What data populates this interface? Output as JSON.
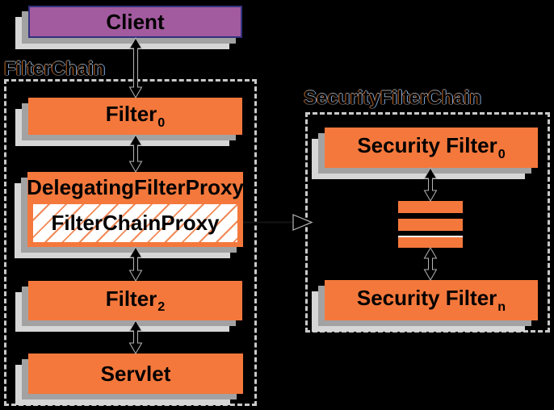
{
  "colors": {
    "background": "#000000",
    "orange": "#f4783c",
    "hatch_orange": "#ef8a57",
    "purple": "#a35b9f",
    "purple_border": "#32327d",
    "shadow_dark": "#a2a2a2",
    "shadow_light": "#d6d6d6",
    "dash_gray": "#c9c9c9",
    "white": "#ffffff",
    "fringe_orange": "#c06a28",
    "fringe_blue": "#7fa9d8"
  },
  "icons": {
    "vertical_double_arrow": "↕",
    "open_arrowhead": "▷",
    "ellipsis_bars": "≡"
  },
  "filter_chain": {
    "label": "FilterChain",
    "client_label": "Client",
    "filter0": {
      "base": "Filter",
      "sub": "0"
    },
    "delegating_filter_proxy_label": "DelegatingFilterProxy",
    "filter_chain_proxy_label": "FilterChainProxy",
    "filter2": {
      "base": "Filter",
      "sub": "2"
    },
    "servlet_label": "Servlet"
  },
  "security_filter_chain": {
    "label": "SecurityFilterChain",
    "security_filter_top": {
      "base": "Security Filter",
      "sub": "0"
    },
    "security_filter_bottom": {
      "base": "Security Filter",
      "sub": "n"
    }
  }
}
